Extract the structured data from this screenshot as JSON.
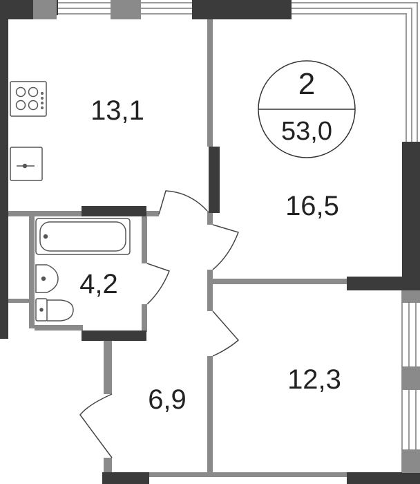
{
  "colors": {
    "wall_dark": "#3b3b3b",
    "wall_light": "#8a8a8a",
    "window": "#9a9a9a",
    "text": "#222222",
    "background": "#ffffff"
  },
  "badge": {
    "rooms": "2",
    "total_area": "53,0"
  },
  "rooms": [
    {
      "id": "kitchen",
      "area": "13,1"
    },
    {
      "id": "bedroom",
      "area": "16,5"
    },
    {
      "id": "bathroom",
      "area": "4,2"
    },
    {
      "id": "hallway",
      "area": "6,9"
    },
    {
      "id": "living-room",
      "area": "12,3"
    }
  ],
  "fixtures": [
    "stove-icon",
    "kitchen-sink-icon",
    "bathtub-icon",
    "washbasin-icon",
    "toilet-icon"
  ]
}
